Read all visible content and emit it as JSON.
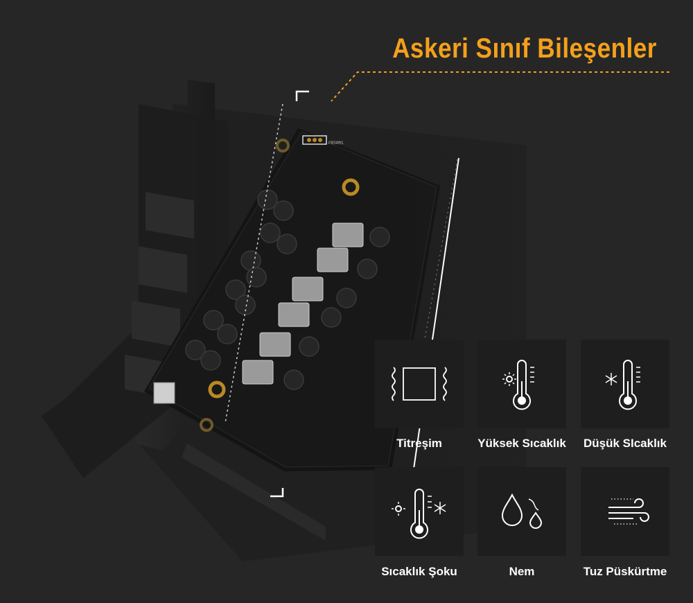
{
  "title": "Askeri Sınıf Bileşenler",
  "colors": {
    "accent": "#f4a01c",
    "background": "#262626",
    "tile": "#1e1e1e",
    "text": "#ffffff"
  },
  "board": {
    "silkscreen_label": "PBS0M1"
  },
  "features": [
    {
      "label": "Titreşim",
      "icon": "vibration-icon"
    },
    {
      "label": "Yüksek Sıcaklık",
      "icon": "high-temperature-icon"
    },
    {
      "label": "Düşük SIcaklık",
      "icon": "low-temperature-icon"
    },
    {
      "label": "Sıcaklık Şoku",
      "icon": "thermal-shock-icon"
    },
    {
      "label": "Nem",
      "icon": "humidity-icon"
    },
    {
      "label": "Tuz Püskürtme",
      "icon": "salt-spray-icon"
    }
  ]
}
